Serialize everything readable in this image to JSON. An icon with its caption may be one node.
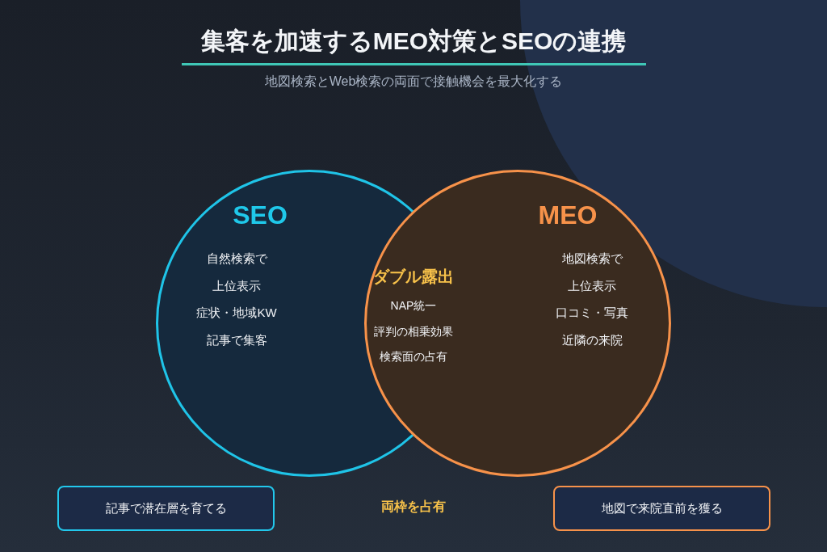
{
  "diagram": {
    "title": "集客を加速するMEO対策とSEOの連携",
    "nodes": [
      {
        "text": [
          "SEO",
          "自然検索で",
          "上位表示",
          "症状・地域KW",
          "記事で集客"
        ]
      },
      {
        "text": [
          "MEO",
          "地図検索で",
          "上位表示",
          "口コミ・写真",
          "近隣の来院"
        ]
      },
      {
        "text": [
          "記事で潜在層を育てる"
        ]
      },
      {
        "text": [
          "地図で来院直前を獲る"
        ]
      }
    ],
    "labels": [
      "地図検索とWeb検索の両面で接触機会を最大化する",
      "ダブル露出",
      "NAP統一",
      "評判の相乗効果",
      "検索面の占有",
      "両枠を占有"
    ]
  }
}
